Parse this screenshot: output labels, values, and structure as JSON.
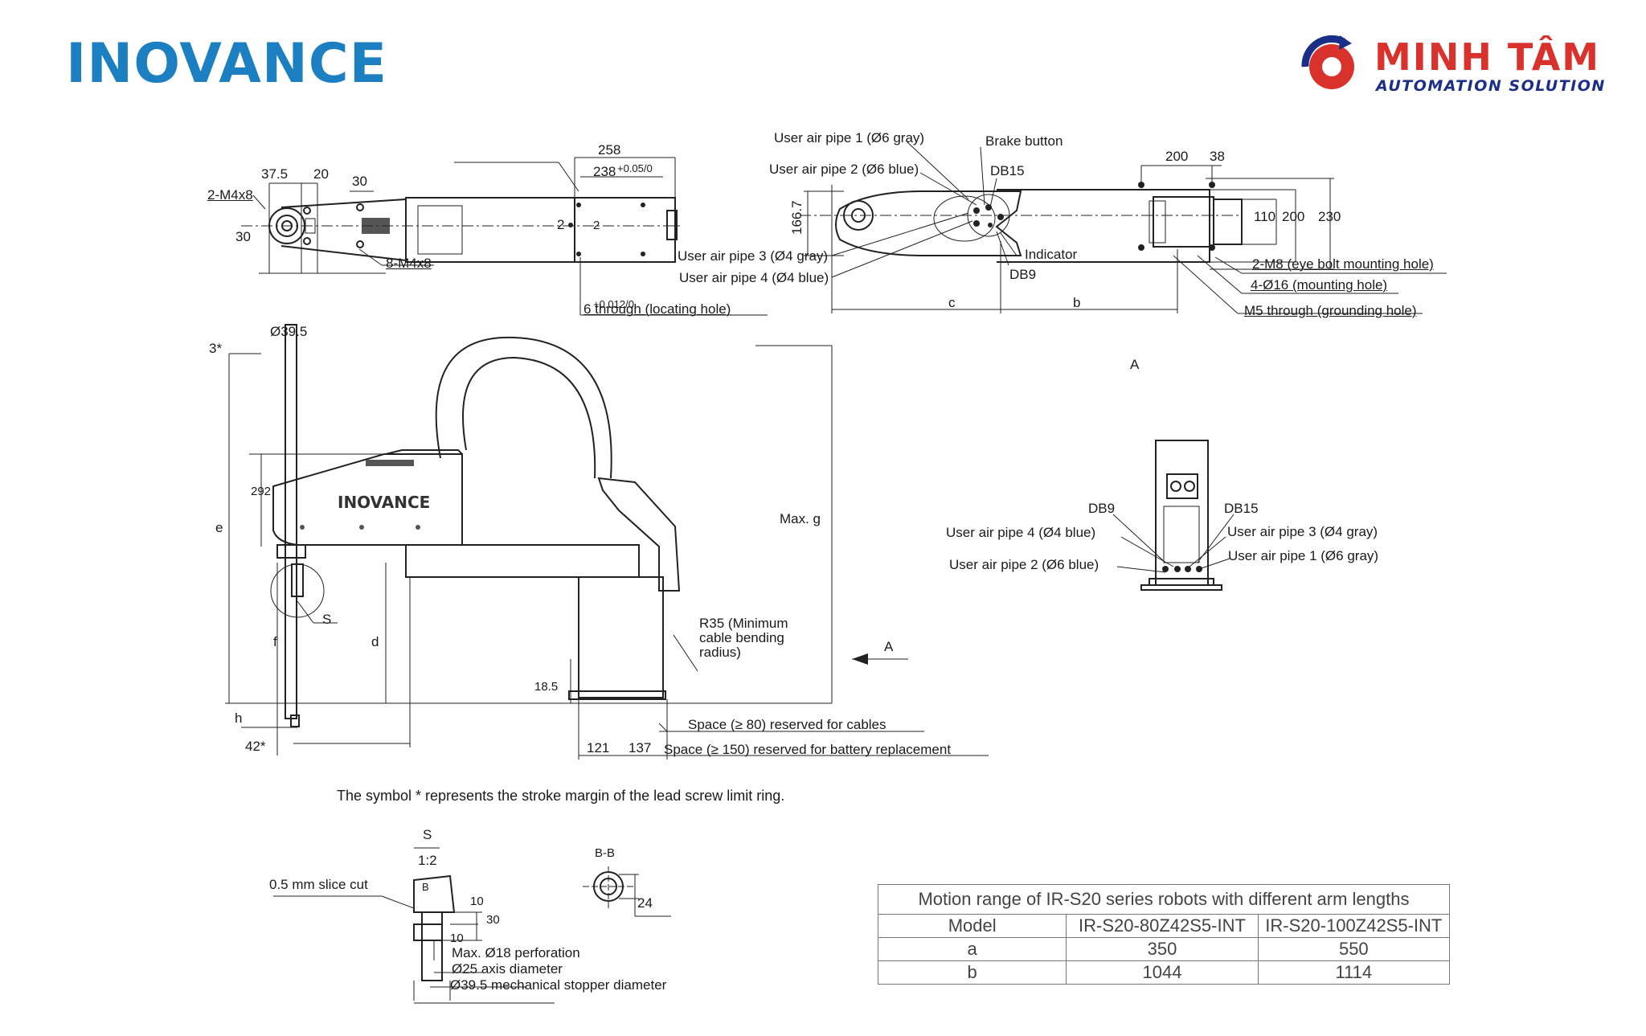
{
  "logos": {
    "inovance": "INOVANCE",
    "minhtam_title": "MINH TÂM",
    "minhtam_subtitle": "AUTOMATION SOLUTION"
  },
  "top_view_left": {
    "dims": [
      "258",
      "238",
      "37.5",
      "20",
      "30",
      "30",
      "2",
      "2"
    ],
    "tol_238": "+0.05/0",
    "labels": [
      "2-M4x8",
      "8-M4x8",
      "6 through (locating hole)"
    ],
    "hole_tol": "+0.012/0"
  },
  "top_view_right": {
    "labels": {
      "pipe1": "User air pipe 1 (Ø6 gray)",
      "pipe2": "User air pipe 2 (Ø6 blue)",
      "pipe3": "User air pipe 3 (Ø4 gray)",
      "pipe4": "User air pipe 4 (Ø4 blue)",
      "brake": "Brake button",
      "db15": "DB15",
      "db9": "DB9",
      "indicator": "Indicator",
      "eyebolt": "2-M8 (eye bolt mounting hole)",
      "mounting": "4-Ø16 (mounting hole)",
      "ground": "M5 through (grounding hole)"
    },
    "dims": {
      "d200": "200",
      "d38": "38",
      "d166": "166.7",
      "d110": "110",
      "d200b": "200",
      "d230": "230",
      "c": "c",
      "b": "b"
    }
  },
  "side_view": {
    "labels": {
      "phi": "Ø39.5",
      "three": "3*",
      "d292": "292",
      "e": "e",
      "f": "f",
      "d": "d",
      "h": "h",
      "fortytwo": "42*",
      "s": "S",
      "maxg": "Max. g",
      "r35": "R35 (Minimum\ncable bending\nradius)",
      "d18": "18.5",
      "d121": "121",
      "d137": "137",
      "a_arrow": "A",
      "cables": "Space (≥ 80) reserved for cables",
      "battery": "Space (≥ 150) reserved for battery replacement",
      "brand": "INOVANCE"
    }
  },
  "view_a": {
    "title": "A",
    "labels": {
      "db9": "DB9",
      "db15": "DB15",
      "pipe4": "User air pipe 4 (Ø4 blue)",
      "pipe3": "User air pipe 3 (Ø4 gray)",
      "pipe2": "User air pipe 2 (Ø6 blue)",
      "pipe1": "User air pipe 1 (Ø6 gray)"
    }
  },
  "note": "The symbol * represents the stroke margin of the lead screw limit ring.",
  "detail_s": {
    "title": "S",
    "scale": "1:2",
    "slice": "0.5 mm slice cut",
    "b": "B",
    "d10a": "10",
    "d30": "30",
    "d10b": "10",
    "perforation": "Max. Ø18 perforation",
    "axis": "Ø25 axis diameter",
    "stopper": "Ø39.5 mechanical stopper diameter"
  },
  "section_bb": {
    "title": "B-B",
    "dim": "24"
  },
  "motion_table": {
    "caption": "Motion range of IR-S20 series robots with different arm lengths",
    "headers": [
      "Model",
      "IR-S20-80Z42S5-INT",
      "IR-S20-100Z42S5-INT"
    ],
    "rows": [
      [
        "a",
        "350",
        "550"
      ],
      [
        "b",
        "1044",
        "1114"
      ]
    ]
  }
}
